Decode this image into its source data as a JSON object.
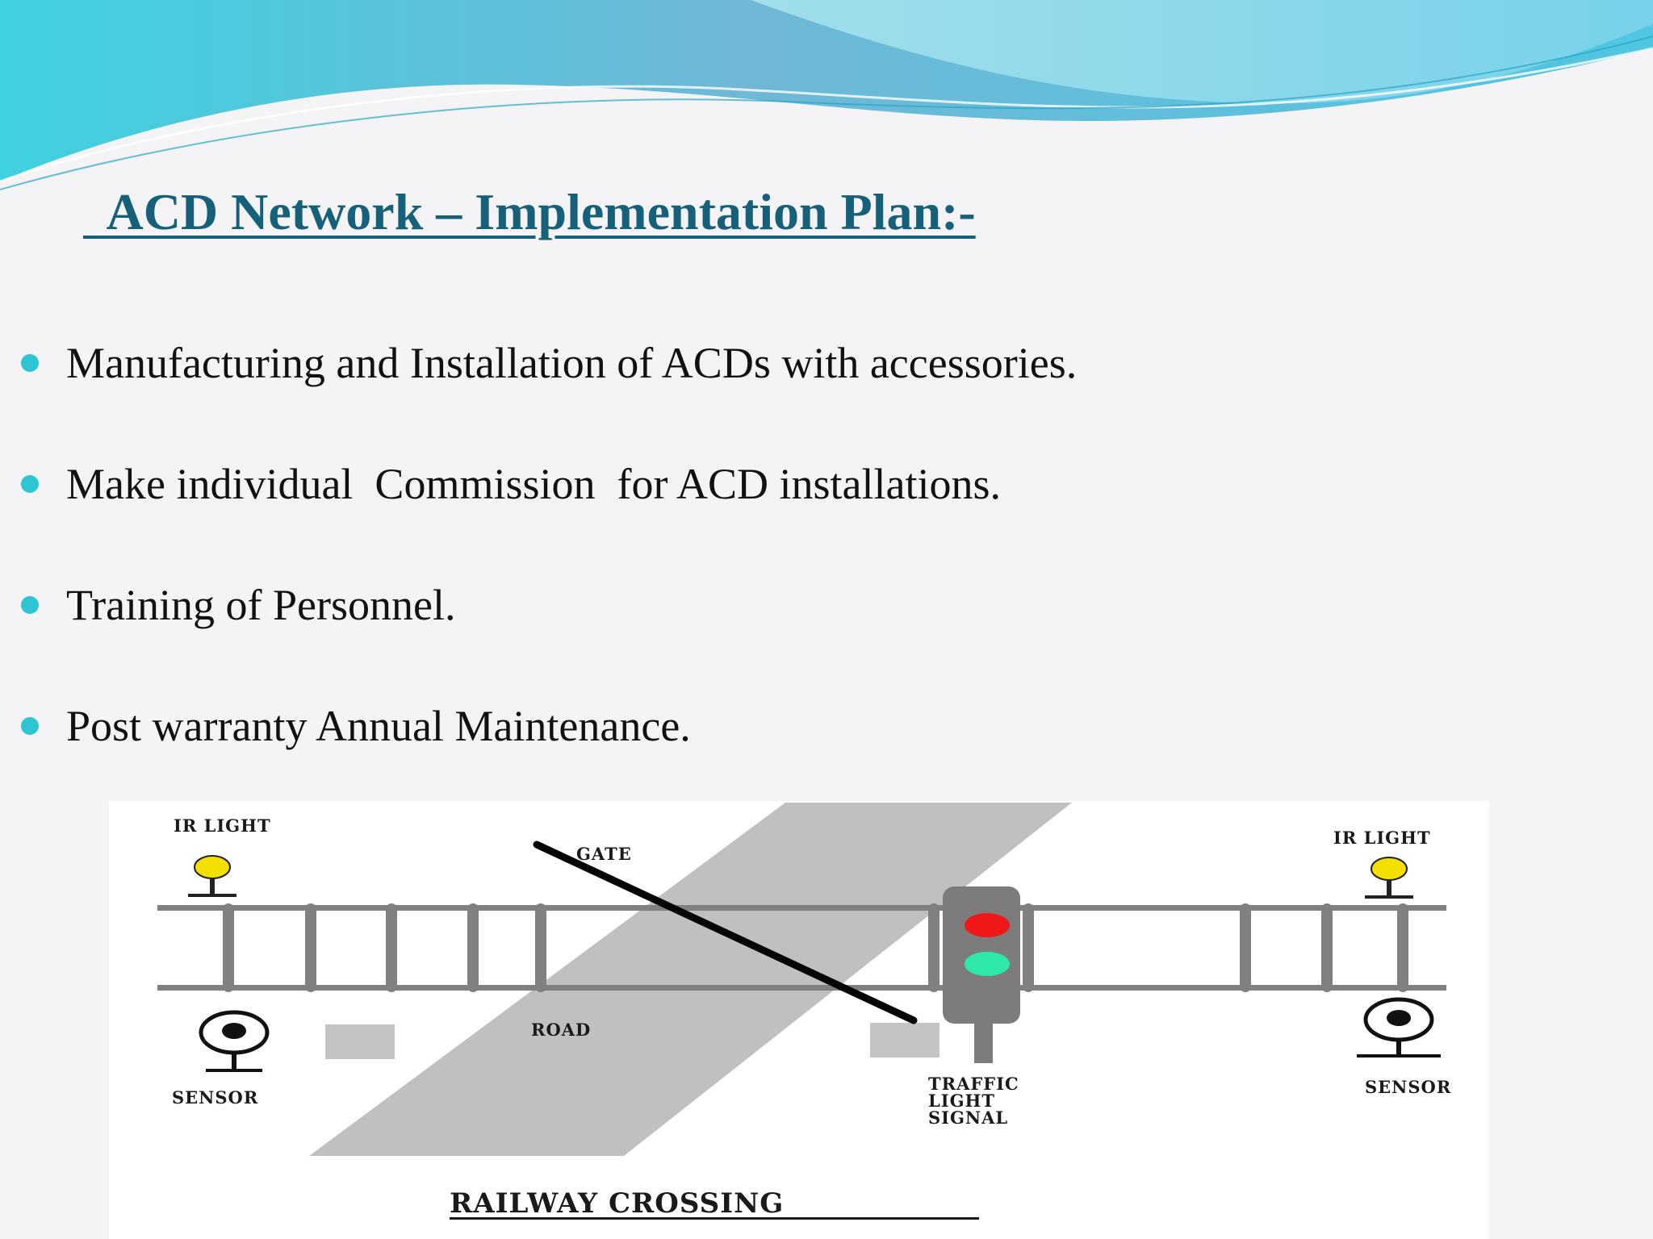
{
  "slide": {
    "title": "  ACD Network – Implementation Plan:-",
    "bullets": [
      "Manufacturing and Installation of ACDs with accessories.",
      "Make individual  Commission  for ACD installations.",
      "Training of Personnel.",
      "Post warranty Annual Maintenance."
    ],
    "bullet_color": "#2ec5d3",
    "title_color": "#17607a"
  },
  "diagram": {
    "labels": {
      "ir_light_left": "IR LIGHT",
      "ir_light_right": "IR LIGHT",
      "gate": "GATE",
      "road": "ROAD",
      "sensor_left": "SENSOR",
      "sensor_right": "SENSOR",
      "traffic_signal": [
        "TRAFFIC",
        "LIGHT",
        "SIGNAL"
      ],
      "caption": "RAILWAY CROSSING"
    },
    "colors": {
      "rail": "#808080",
      "road": "#c0c0c2",
      "ir_light": "#f4e000",
      "signal_red": "#f01818",
      "signal_green": "#2ee8a8",
      "signal_body": "#7c7c7c"
    },
    "icons": [
      "ir-light-icon",
      "sensor-icon",
      "traffic-light-icon",
      "gate-barrier"
    ]
  }
}
